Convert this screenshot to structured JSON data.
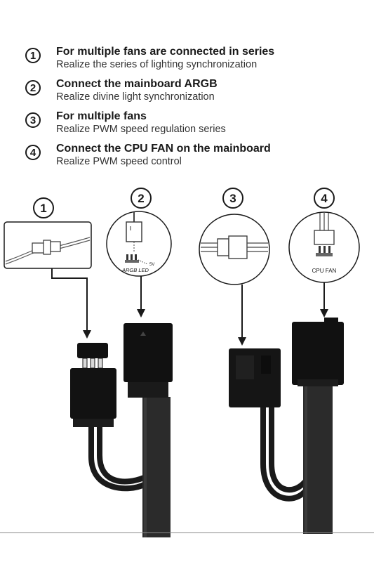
{
  "legend": [
    {
      "number": "1",
      "title": "For multiple fans are connected in series",
      "subtitle": "Realize the series of lighting synchronization"
    },
    {
      "number": "2",
      "title": "Connect the mainboard ARGB",
      "subtitle": "Realize divine light synchronization"
    },
    {
      "number": "3",
      "title": "For multiple fans",
      "subtitle": "Realize PWM speed regulation series"
    },
    {
      "number": "4",
      "title": "Connect the CPU FAN on the mainboard",
      "subtitle": "Realize PWM speed control"
    }
  ],
  "callouts": {
    "c1": "1",
    "c2": "2",
    "c3": "3",
    "c4": "4",
    "argb_label": "ARGB LED",
    "pin_label": "5V",
    "cpu_fan_label": "CPU FAN"
  },
  "colors": {
    "text": "#1a1a1a",
    "connector": "#111111",
    "cable": "#2b2b2b"
  }
}
